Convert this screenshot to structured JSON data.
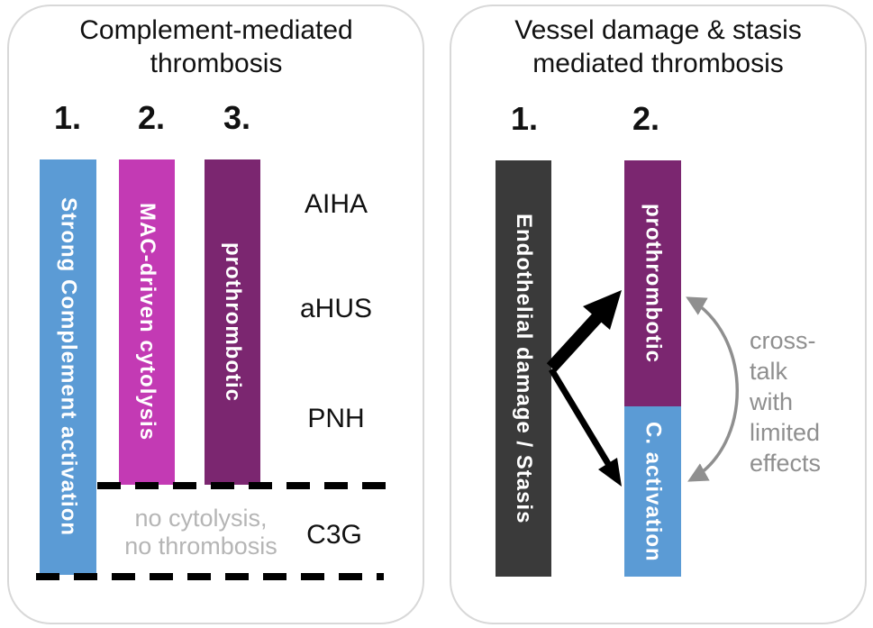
{
  "figure": {
    "left_panel": {
      "title": "Complement-mediated thrombosis",
      "steps": [
        "1.",
        "2.",
        "3."
      ],
      "bars": [
        {
          "label": "Strong Complement activation",
          "color": "#5b9bd5"
        },
        {
          "label": "MAC-driven cytolysis",
          "color": "#c33ab4"
        },
        {
          "label": "prothrombotic",
          "color": "#7b2670"
        }
      ],
      "disease_labels": [
        "AIHA",
        "aHUS",
        "PNH",
        "C3G"
      ],
      "note": "no cytolysis,\nno thrombosis"
    },
    "right_panel": {
      "title": "Vessel damage & stasis mediated thrombosis",
      "steps": [
        "1.",
        "2."
      ],
      "bars": [
        {
          "label": "Endothelial damage / Stasis",
          "color": "#3a3a3a"
        },
        {
          "label": "prothrombotic",
          "color": "#7b2670"
        },
        {
          "label": "C. activation",
          "color": "#5b9bd5"
        }
      ],
      "crosstalk_note": "cross-\ntalk\nwith\nlimited\neffects"
    },
    "colors": {
      "blue": "#5b9bd5",
      "magenta": "#c33ab4",
      "purple": "#7b2670",
      "dark_gray": "#3a3a3a",
      "panel_border": "#d8d8d8",
      "dashed_line": "#000000",
      "arrow_black": "#000000",
      "arrow_gray": "#8f8f8f",
      "note_gray": "#b5b5b5",
      "crosstalk_text_gray": "#8f8f8f"
    }
  }
}
